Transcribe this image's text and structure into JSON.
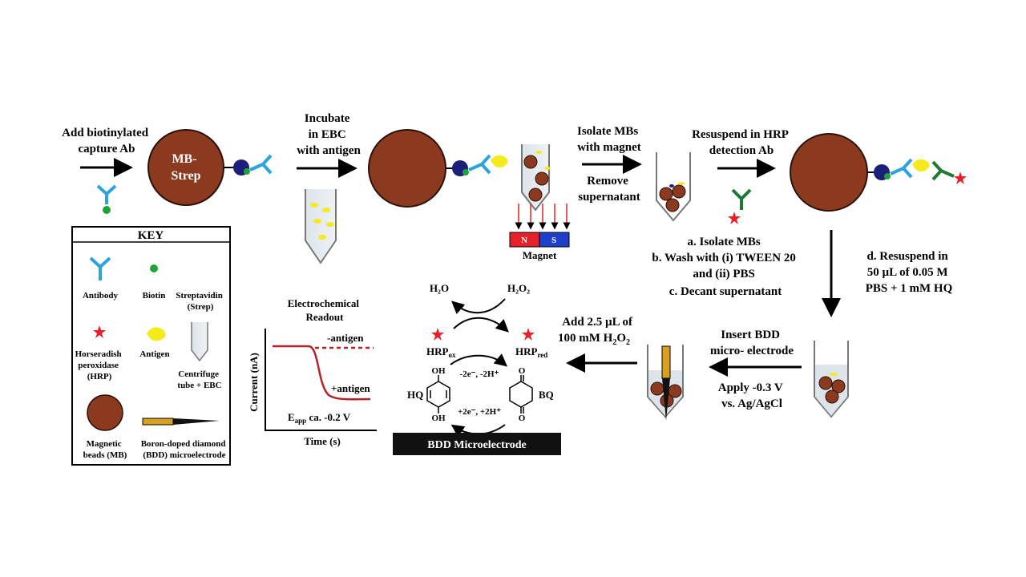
{
  "steps": {
    "add_capture": [
      "Add biotinylated",
      "capture Ab"
    ],
    "bead_label": [
      "MB-",
      "Strep"
    ],
    "incubate": [
      "Incubate",
      "in EBC",
      "with antigen"
    ],
    "isolate_top": [
      "Isolate MBs",
      "with magnet"
    ],
    "remove": [
      "Remove",
      "supernatant"
    ],
    "resuspend_hrp": [
      "Resuspend in HRP",
      "detection Ab"
    ],
    "wash": [
      "a.  Isolate MBs",
      "b. Wash with (i) TWEEN 20",
      "and (ii) PBS",
      "c. Decant supernatant"
    ],
    "resuspend_hq": [
      "d. Resuspend in",
      "50 µL of 0.05 M",
      "PBS + 1 mM HQ"
    ],
    "insert": [
      "Insert BDD",
      "micro- electrode"
    ],
    "apply": [
      "Apply -0.3 V",
      "vs. Ag/AgCl"
    ],
    "add_h2o2": [
      "Add 2.5 µL of",
      "100 mM H",
      "2",
      "O",
      "2"
    ]
  },
  "magnet": {
    "label": "Magnet",
    "n": "N",
    "s": "S",
    "north_color": "#e8202a",
    "south_color": "#1f3fc9"
  },
  "key": {
    "title": "KEY",
    "antibody": "Antibody",
    "biotin": "Biotin",
    "streptavidin": [
      "Streptavidin",
      "(Strep)"
    ],
    "hrp": [
      "Horseradish",
      "peroxidase",
      "(HRP)"
    ],
    "antigen": "Antigen",
    "tube": [
      "Centrifuge",
      "tube + EBC"
    ],
    "beads": [
      "Magnetic",
      "beads (MB)"
    ],
    "bdd": [
      "Boron-doped diamond",
      "(BDD) microelectrode"
    ]
  },
  "readout": {
    "title": [
      "Electrochemical",
      "Readout"
    ],
    "minus": "-antigen",
    "plus": "+antigen",
    "ylabel": "Current (nA)",
    "xlabel": "Time (s)",
    "eapp_E": "E",
    "eapp_sub": "app",
    "eapp_rest": " ca. -0.2 V"
  },
  "cycle": {
    "h2o": "H₂O",
    "h2o2": "H₂O₂",
    "hrp": "HRP",
    "ox": "ox",
    "red": "red",
    "hq": "HQ",
    "bq": "BQ",
    "oh": "OH",
    "o": "O",
    "rxn_top": "-2e⁻, -2H⁺",
    "rxn_bot": "+2e⁻, +2H⁺",
    "bar": "BDD Microelectrode"
  },
  "colors": {
    "bead": "#8b3a1f",
    "antibody": "#2ba3dc",
    "biotin": "#1fa33a",
    "strep": "#1b1f7a",
    "antigen": "#f5eb1c",
    "hrp": "#e8202a",
    "detection": "#1e7a32",
    "curve": "#b3242a"
  }
}
